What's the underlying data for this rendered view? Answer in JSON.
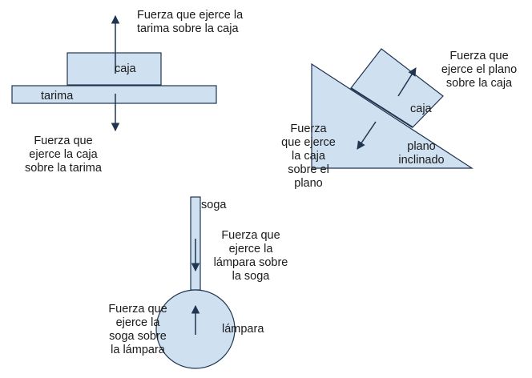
{
  "colors": {
    "fill": "#cfe0f1",
    "stroke": "#1f3550",
    "arrow": "#1f3550",
    "background": "#ffffff"
  },
  "scenes": {
    "box_on_pallet": {
      "box_label": "caja",
      "pallet_label": "tarima",
      "force_up": "Fuerza que ejerce la\ntarima sobre la caja",
      "force_down": "Fuerza que\nejerce la caja\nsobre la tarima"
    },
    "incline": {
      "box_label": "caja",
      "plane_label": "plano\ninclinado",
      "force_plane_on_box": "Fuerza que\nejerce el plano\nsobre la caja",
      "force_box_on_plane": "Fuerza\nque ejerce\nla caja\nsobre el\nplano"
    },
    "lamp": {
      "rope_label": "soga",
      "lamp_label": "lámpara",
      "force_lamp_on_rope": "Fuerza que\nejerce la\nlámpara sobre\nla soga",
      "force_rope_on_lamp": "Fuerza que\nejerce la\nsoga sobre\nla lámpara"
    }
  }
}
